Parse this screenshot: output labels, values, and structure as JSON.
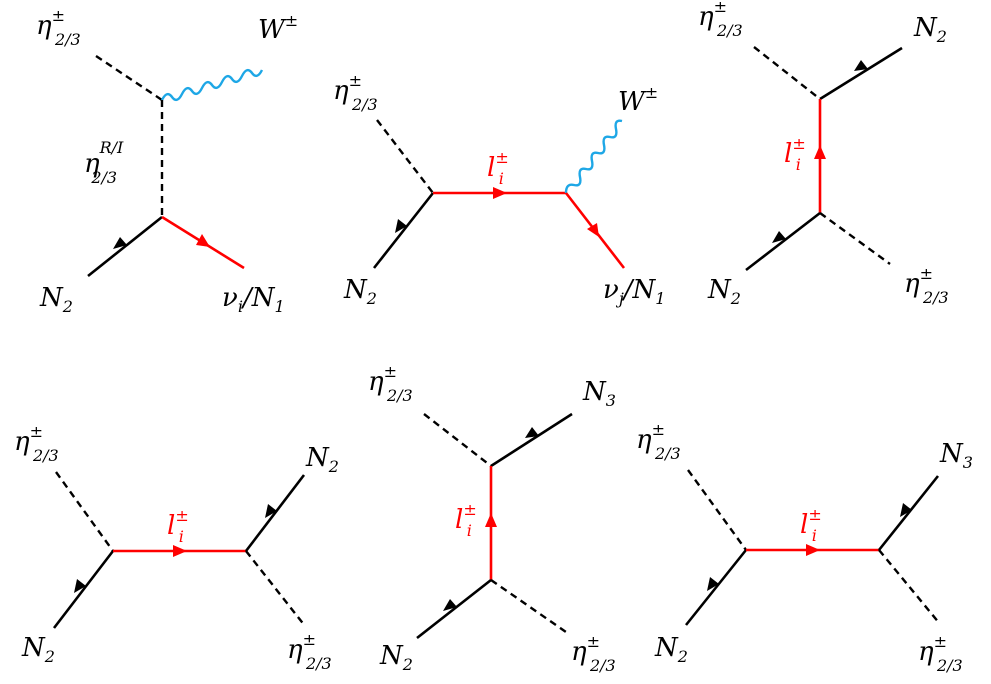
{
  "colors": {
    "fermion": "#000000",
    "lepton": "#ff0000",
    "scalar": "#000000",
    "boson": "#1ea7e6",
    "background": "#ffffff"
  },
  "labels": {
    "eta": "η",
    "eta_pm_sup": "±",
    "eta_sub": "2/3",
    "eta_ri_sup": "R/I",
    "W": "W",
    "W_sup": "±",
    "l": "l",
    "l_sub": "i",
    "l_sup": "±",
    "N": "N",
    "N1_sub": "1",
    "N2_sub": "2",
    "N3_sub": "3",
    "nu": "ν",
    "nu_i_sub": "i",
    "nu_j_sub": "j",
    "slash": "/"
  },
  "diagrams": [
    {
      "id": "d1",
      "in": "N2",
      "out": [
        "ν_i/N1",
        "W±"
      ],
      "mediator": "η^{R/I}_{2/3}",
      "scalar": "η±_{2/3}"
    },
    {
      "id": "d2",
      "in": "N2",
      "out": [
        "ν_j/N1",
        "W±"
      ],
      "mediator": "l_i^±",
      "scalar": "η±_{2/3}"
    },
    {
      "id": "d3",
      "in": "N2",
      "out": [
        "N2",
        "η±_{2/3}"
      ],
      "mediator": "l_i^±",
      "scalar": "η±_{2/3}"
    },
    {
      "id": "d4",
      "in": "N2",
      "out": [
        "N2",
        "η±_{2/3}"
      ],
      "mediator": "l_i^±",
      "scalar": "η±_{2/3}"
    },
    {
      "id": "d5",
      "in": "N2",
      "out": [
        "N3",
        "η±_{2/3}"
      ],
      "mediator": "l_i^±",
      "scalar": "η±_{2/3}"
    },
    {
      "id": "d6",
      "in": "N2",
      "out": [
        "N3",
        "η±_{2/3}"
      ],
      "mediator": "l_i^±",
      "scalar": "η±_{2/3}"
    }
  ]
}
